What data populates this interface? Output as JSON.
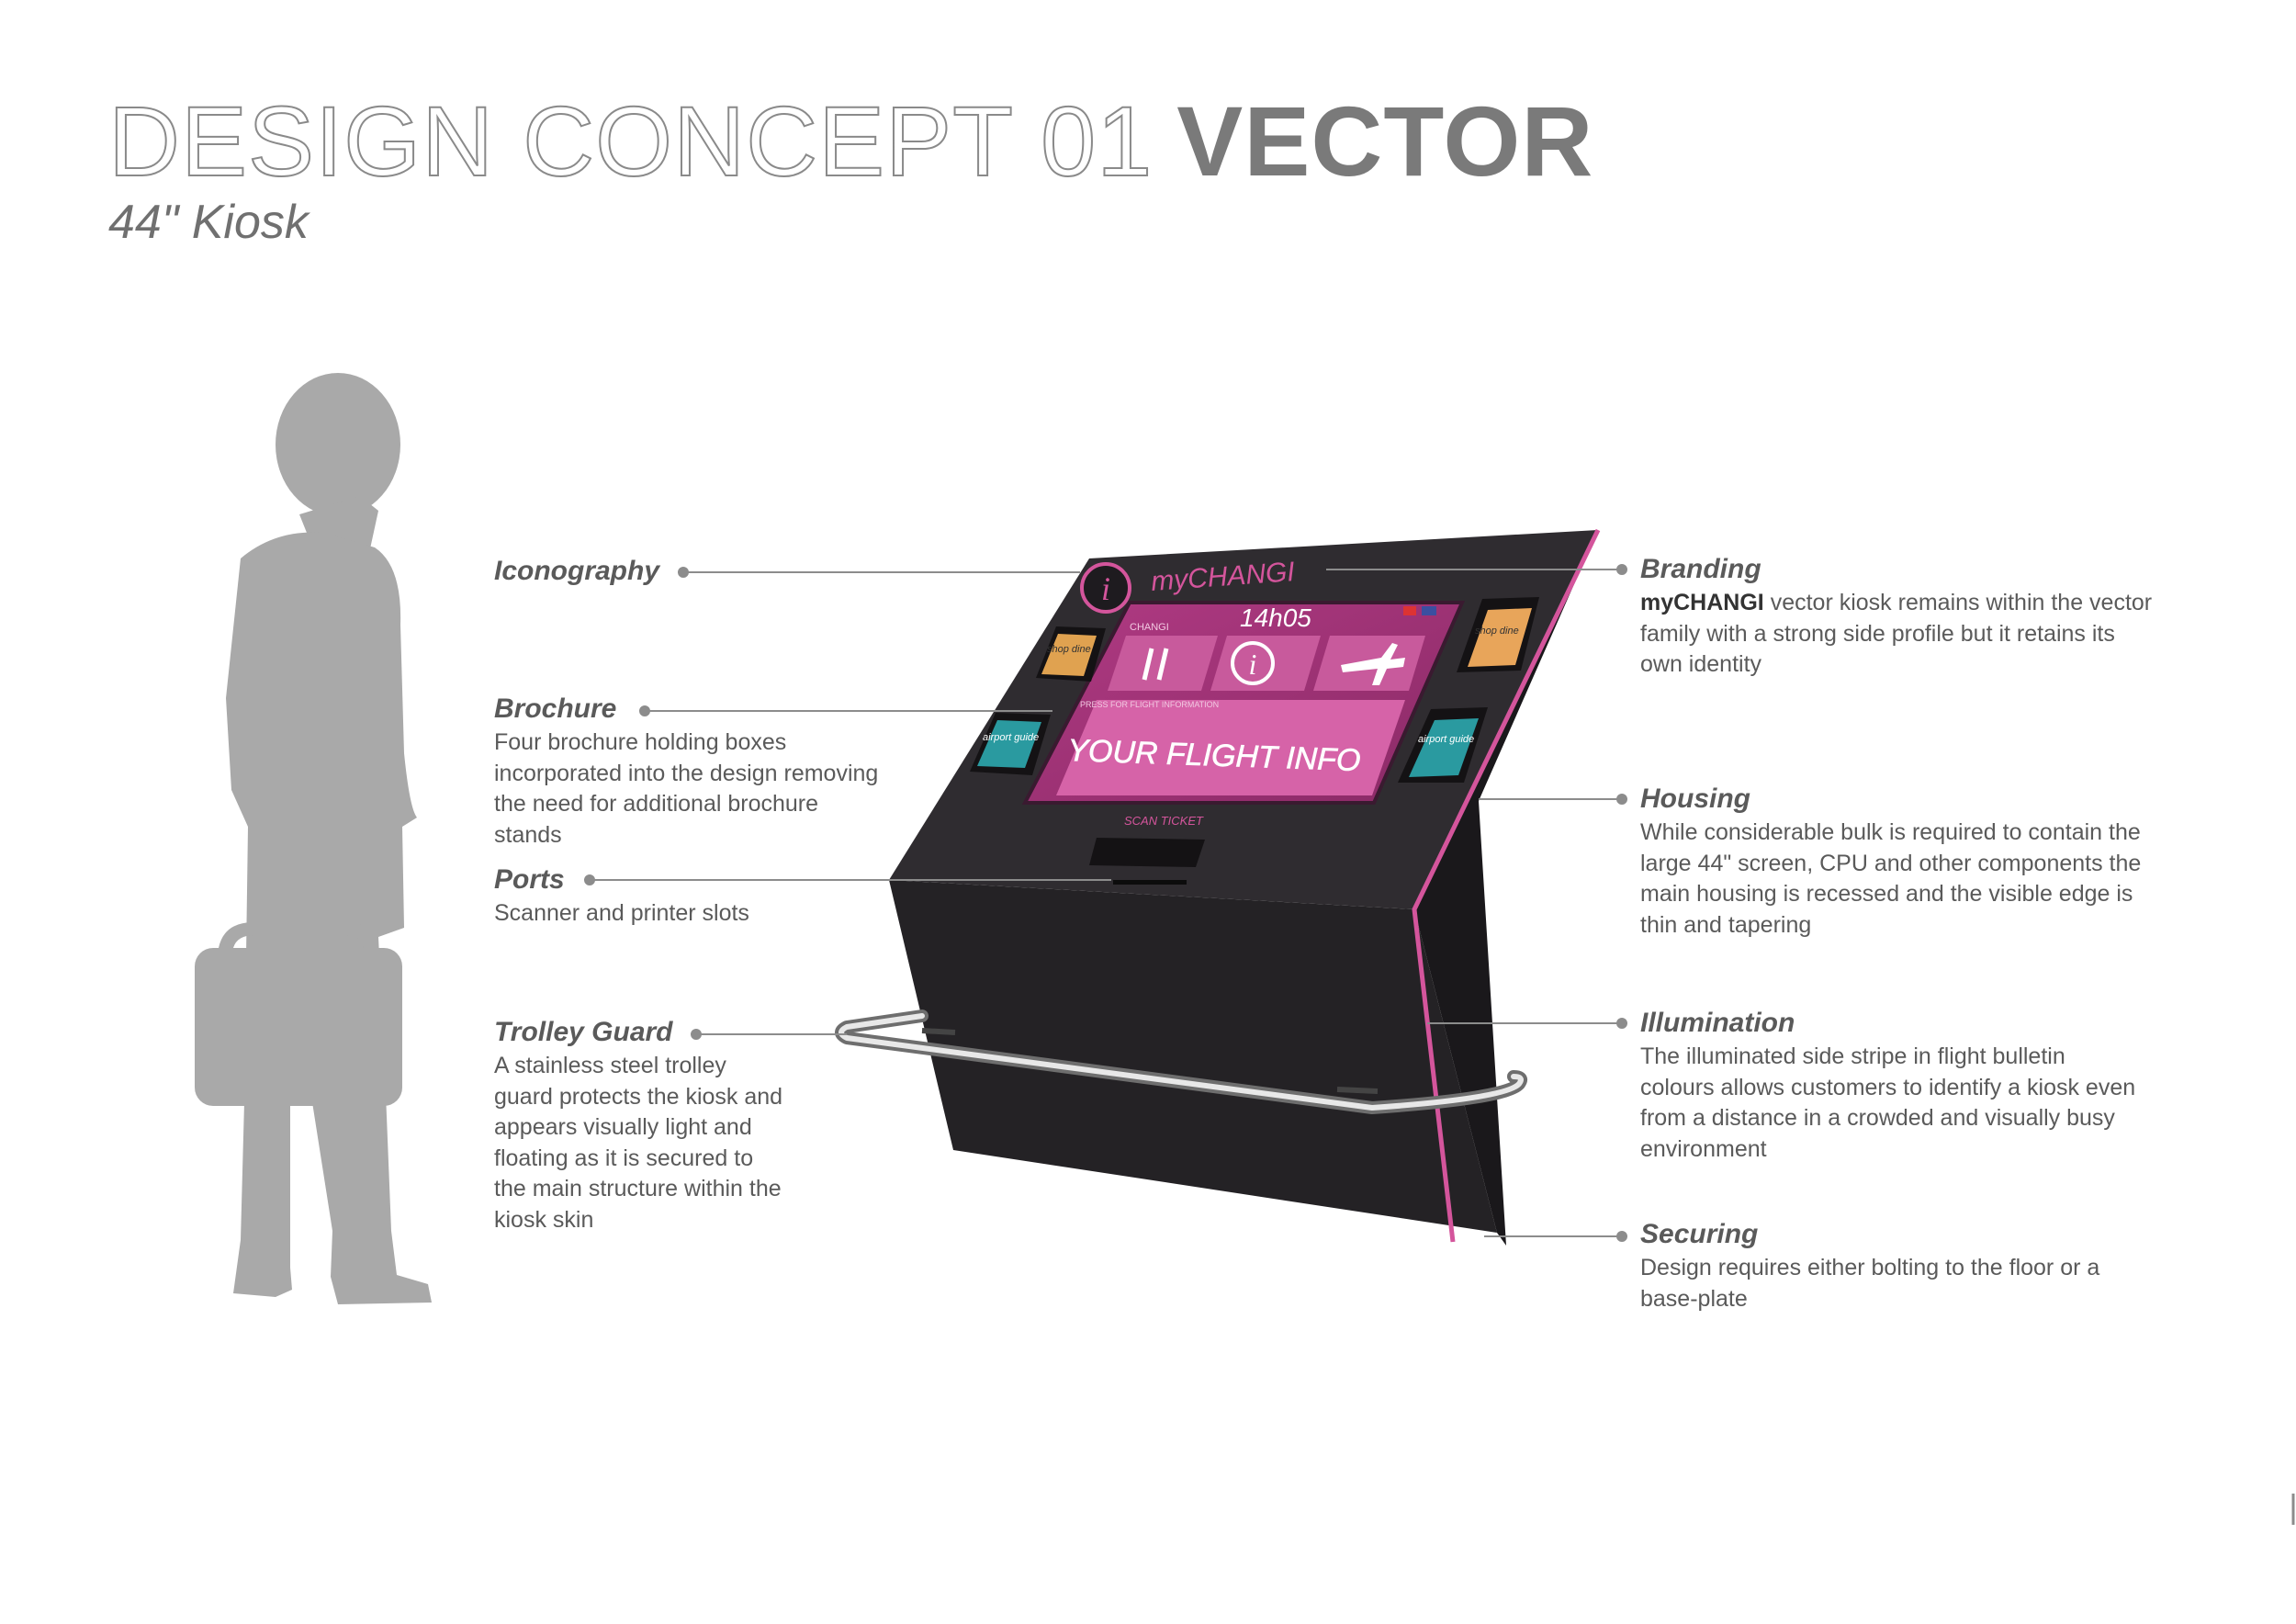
{
  "header": {
    "title_light": "DESIGN CONCEPT 01",
    "title_bold": "VECTOR",
    "subtitle": "44\" Kiosk"
  },
  "kiosk": {
    "brand": "myCHANGI",
    "screen_logo": "CHANGI",
    "time": "14h05",
    "hint": "PRESS FOR FLIGHT INFORMATION",
    "flight_info": "YOUR FLIGHT INFO",
    "scan_label": "SCAN TICKET",
    "brochure_shop": "shop dine",
    "brochure_guide": "airport guide"
  },
  "callouts": {
    "iconography": {
      "title": "Iconography"
    },
    "brochure": {
      "title": "Brochure",
      "text": "Four brochure holding boxes incorporated into the design removing the need for additional brochure stands"
    },
    "ports": {
      "title": "Ports",
      "text": "Scanner and printer slots"
    },
    "trolley": {
      "title": "Trolley Guard",
      "text": "A stainless steel trolley guard protects the kiosk and appears visually light and floating as it is secured to the main structure within the kiosk skin"
    },
    "branding": {
      "title": "Branding",
      "text_bold": "myCHANGI",
      "text": " vector kiosk remains within the vector family with a strong side profile but it retains its own identity"
    },
    "housing": {
      "title": "Housing",
      "text": "While considerable bulk is required to contain the large 44\" screen, CPU and other components the main housing is recessed and the visible edge is thin and tapering"
    },
    "illumination": {
      "title": "Illumination",
      "text": "The illuminated side stripe in flight bulletin colours allows customers to identify a kiosk even from a distance in a crowded and visually busy environment"
    },
    "securing": {
      "title": "Securing",
      "text": "Design requires either bolting to the floor or a base-plate"
    }
  },
  "colors": {
    "accent": "#d4559c",
    "kiosk_body": "#232124",
    "silhouette": "#a9a9a9",
    "leader": "#8c8c8c"
  }
}
